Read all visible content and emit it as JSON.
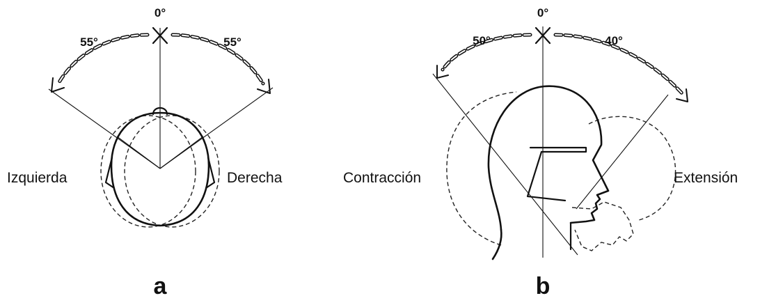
{
  "panel_a": {
    "label": "a",
    "top_angle": "0°",
    "left_angle": "55°",
    "right_angle": "55°",
    "left_side": "Izquierda",
    "right_side": "Derecha"
  },
  "panel_b": {
    "label": "b",
    "top_angle": "0°",
    "left_angle": "50°",
    "right_angle": "40°",
    "left_side": "Contracción",
    "right_side": "Extensión"
  },
  "colors": {
    "ink": "#111111",
    "background": "#ffffff"
  }
}
